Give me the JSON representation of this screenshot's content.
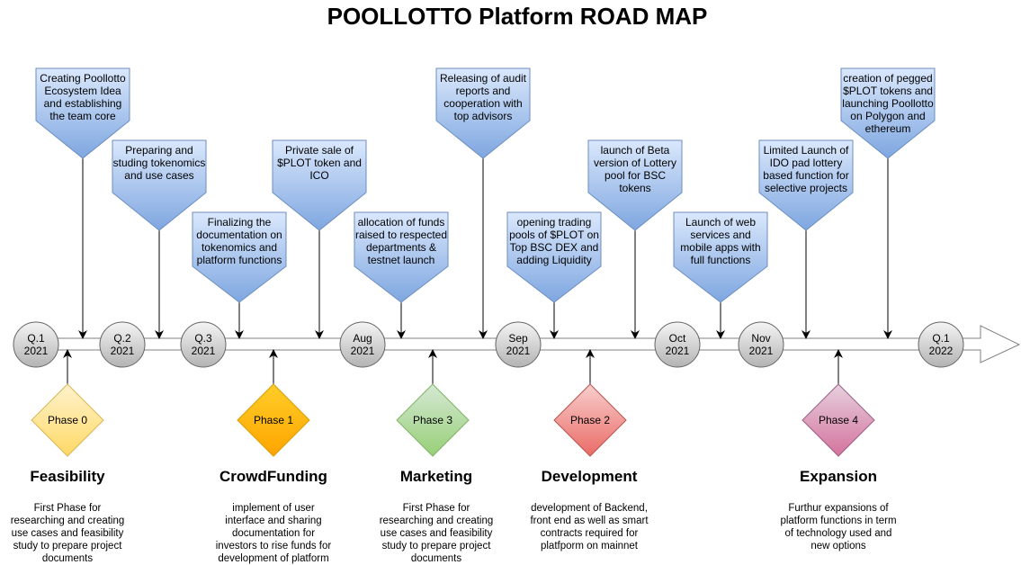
{
  "title": "POOLLOTTO Platform ROAD MAP",
  "colors": {
    "callout_top": "#dae8fc",
    "callout_bottom": "#7ea6e0",
    "callout_stroke": "#6c8ebf",
    "node_top": "#f5f5f5",
    "node_bottom": "#b3b3b3",
    "node_stroke": "#666666",
    "arrow": "#000000"
  },
  "timeline_nodes": [
    {
      "line1": "Q.1",
      "line2": "2021"
    },
    {
      "line1": "Q.2",
      "line2": "2021"
    },
    {
      "line1": "Q.3",
      "line2": "2021"
    },
    {
      "line1": "Aug",
      "line2": "2021"
    },
    {
      "line1": "Sep",
      "line2": "2021"
    },
    {
      "line1": "Oct",
      "line2": "2021"
    },
    {
      "line1": "Nov",
      "line2": "2021"
    },
    {
      "line1": "Q.1",
      "line2": "2022"
    }
  ],
  "callouts": [
    {
      "lines": [
        "Creating Poollotto",
        "Ecosystem Idea",
        "and establishing",
        "the team core"
      ]
    },
    {
      "lines": [
        "Preparing and",
        "studing tokenomics",
        "and use cases"
      ]
    },
    {
      "lines": [
        "Finalizing the",
        "documentation on",
        "tokenomics and",
        "platform functions"
      ]
    },
    {
      "lines": [
        "Private sale of",
        "$PLOT token and",
        "ICO"
      ]
    },
    {
      "lines": [
        "allocation of funds",
        "raised to respected",
        "departments &",
        "testnet launch"
      ]
    },
    {
      "lines": [
        "Releasing of audit",
        "reports and",
        "cooperation with",
        "top advisors"
      ]
    },
    {
      "lines": [
        "opening trading",
        "pools of $PLOT on",
        "Top BSC DEX and",
        "adding Liquidity"
      ]
    },
    {
      "lines": [
        "launch of Beta",
        "version of Lottery",
        "pool for BSC",
        "tokens"
      ]
    },
    {
      "lines": [
        "Launch of web",
        "services and",
        "mobile apps with",
        "full functions"
      ]
    },
    {
      "lines": [
        "Limited Launch of",
        "IDO pad lottery",
        "based function for",
        "selective projects"
      ]
    },
    {
      "lines": [
        "creation of pegged",
        "$PLOT tokens and",
        "launching Poollotto",
        "on Polygon and",
        "ethereum"
      ]
    }
  ],
  "phases": [
    {
      "label": "Phase 0",
      "fill": "#fff2cc",
      "fill2": "#ffd966",
      "stroke": "#d6b656",
      "heading": "Feasibility",
      "desc": [
        "First Phase for",
        "researching and creating",
        "use cases and feasibility",
        "study to prepare project",
        "documents"
      ]
    },
    {
      "label": "Phase 1",
      "fill": "#ffcd28",
      "fill2": "#ffa500",
      "stroke": "#d79b00",
      "heading": "CrowdFunding",
      "desc": [
        "implement of user",
        "interface and sharing",
        "documentation for",
        "investors to rise funds for",
        "development of platform"
      ]
    },
    {
      "label": "Phase 3",
      "fill": "#d5e8d4",
      "fill2": "#97d077",
      "stroke": "#82b366",
      "heading": "Marketing",
      "desc": [
        "First Phase for",
        "researching and creating",
        "use cases and feasibility",
        "study to prepare project",
        "documents"
      ]
    },
    {
      "label": "Phase 2",
      "fill": "#f8cecc",
      "fill2": "#ea6b66",
      "stroke": "#b85450",
      "heading": "Development",
      "desc": [
        "development of Backend,",
        "front end as well as smart",
        "contracts required for",
        "platfporm on mainnet"
      ]
    },
    {
      "label": "Phase 4",
      "fill": "#e6d0de",
      "fill2": "#d5739d",
      "stroke": "#996185",
      "heading": "Expansion",
      "desc": [
        "Furthur expansions of",
        "platform functions in term",
        "of technology used and",
        "new options"
      ]
    }
  ]
}
